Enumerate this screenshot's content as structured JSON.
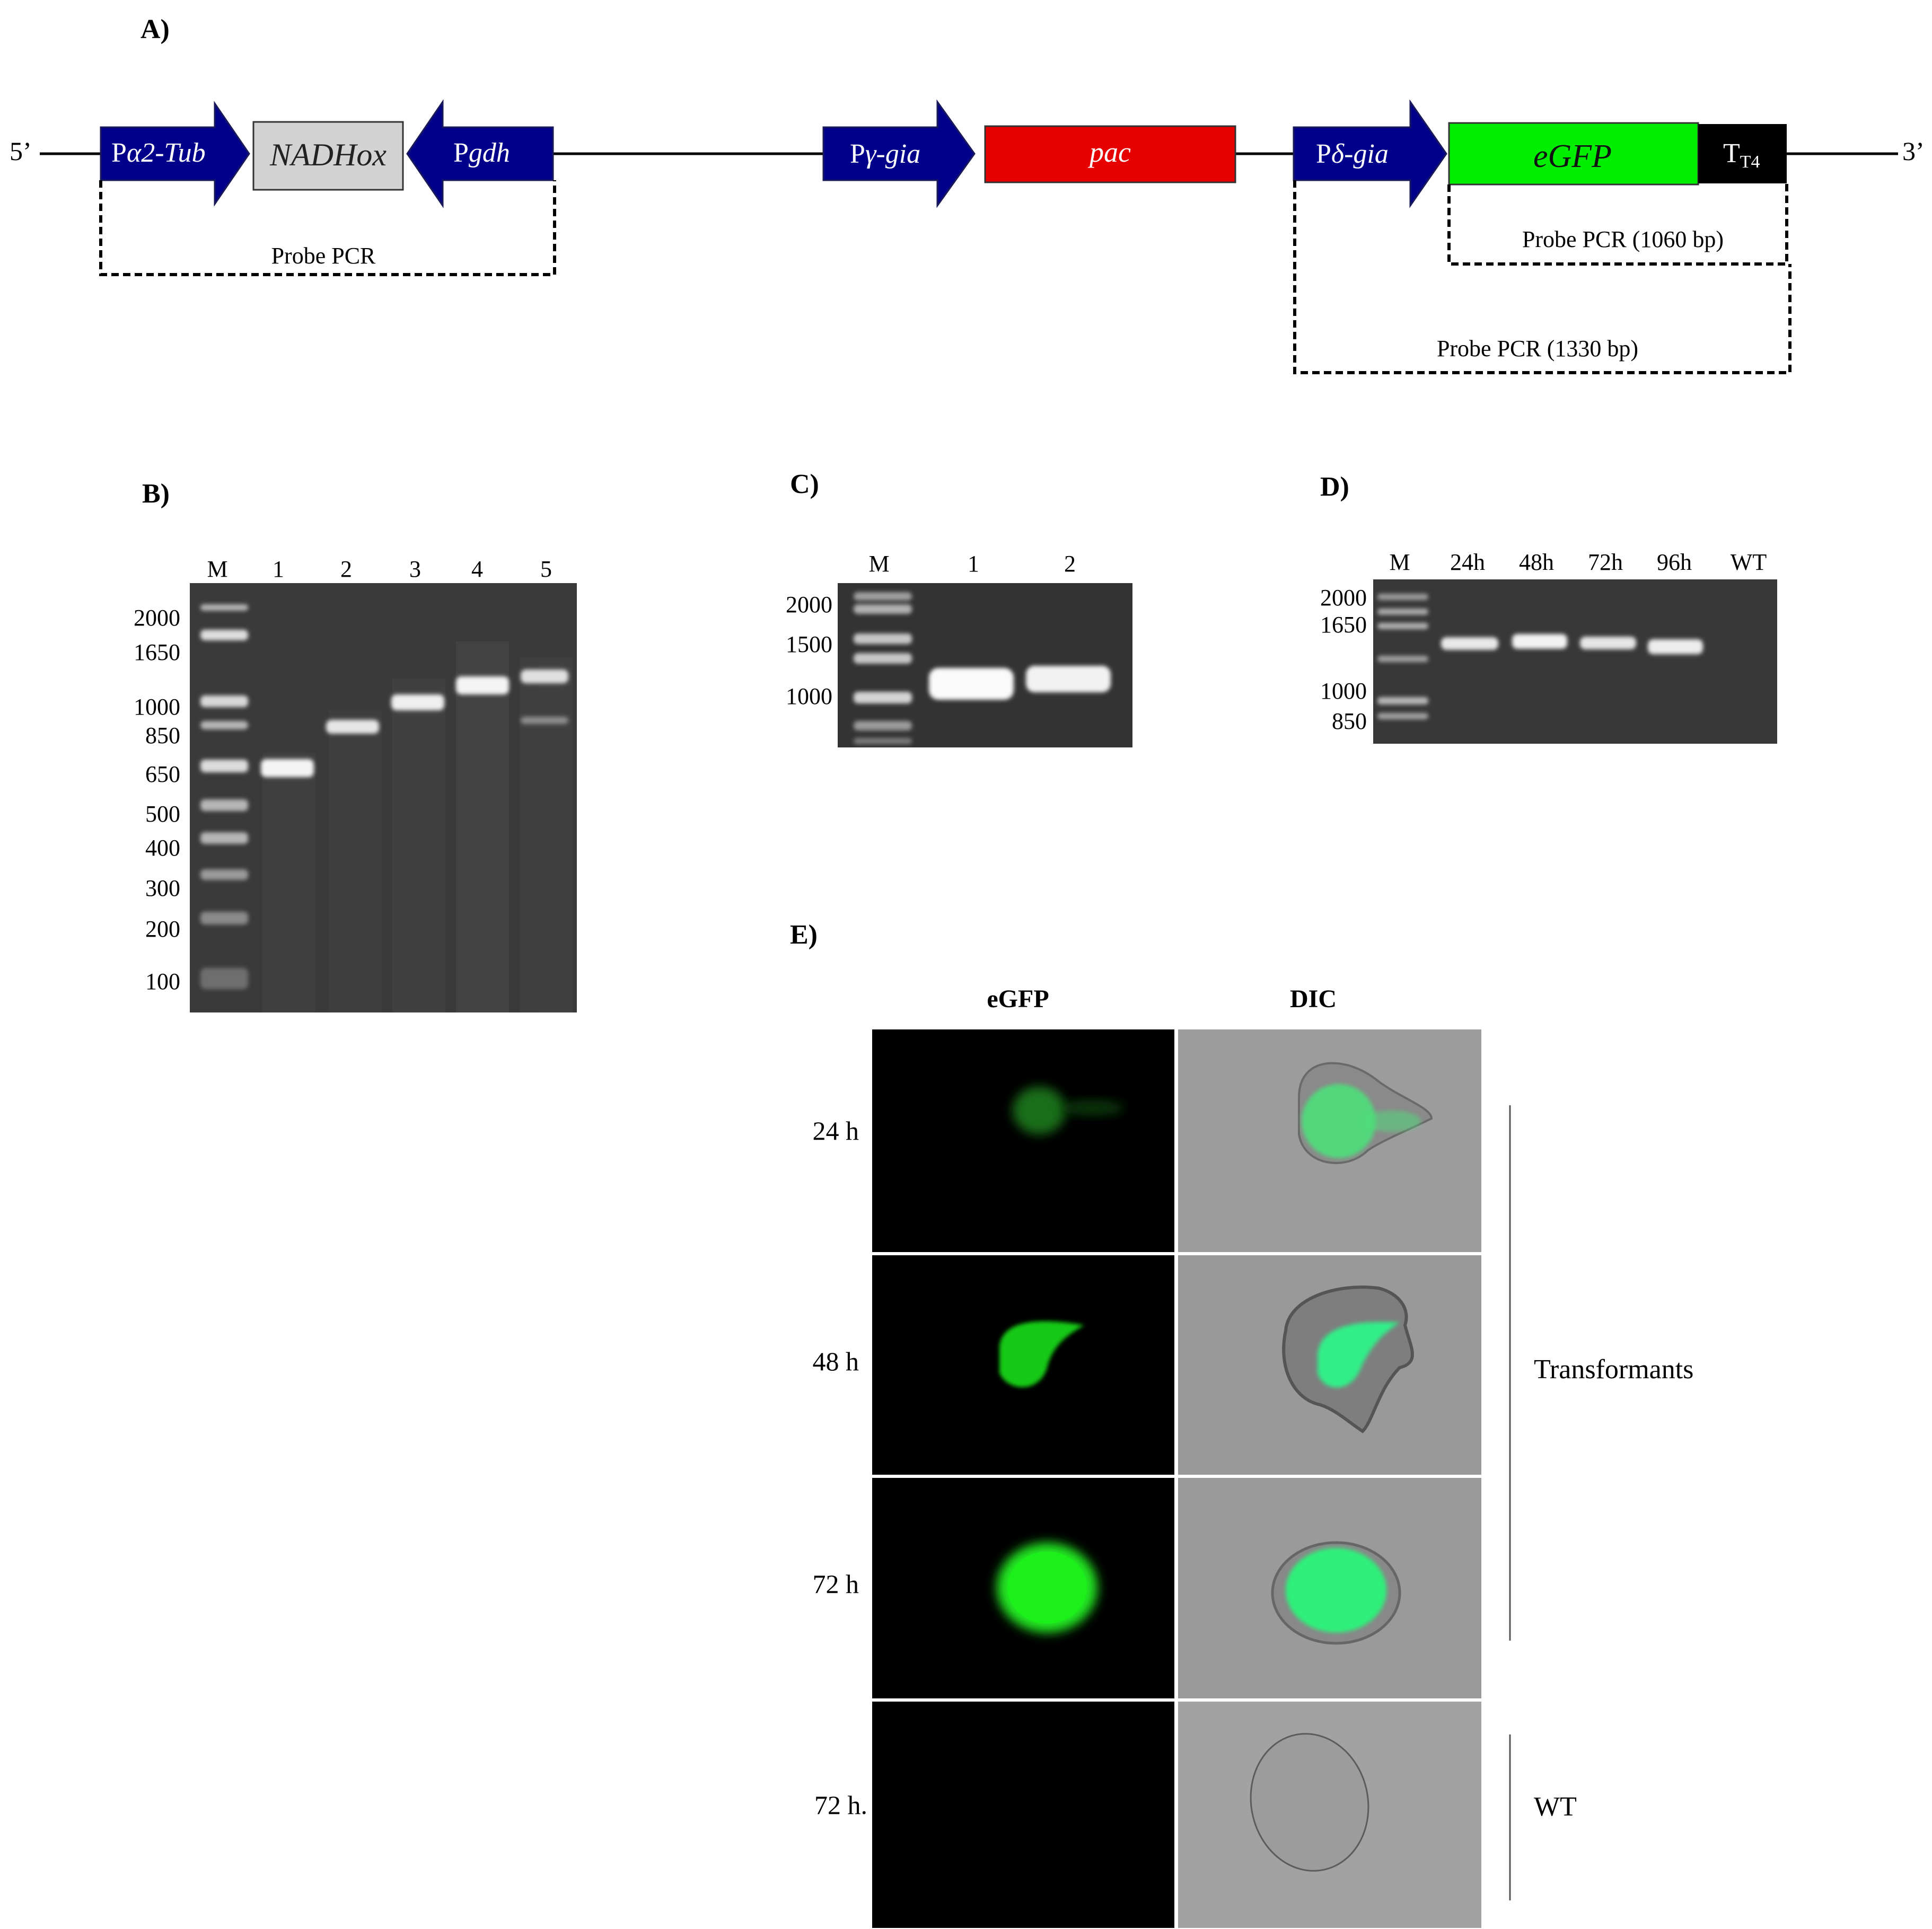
{
  "panels": {
    "A": "A)",
    "B": "B)",
    "C": "C)",
    "D": "D)",
    "E": "E)"
  },
  "construct": {
    "end5": "5’",
    "end3": "3’",
    "elements": {
      "pa2tub": {
        "prefix": "P",
        "name": "α2-Tub"
      },
      "nadhox": "NADHox",
      "pgdh": {
        "prefix": "P",
        "name": "gdh"
      },
      "pygia": {
        "prefix": "P",
        "name": "γ-gia"
      },
      "pac": "pac",
      "pdgia": {
        "prefix": "P",
        "name": "δ-gia"
      },
      "egfp": "eGFP",
      "tt4": {
        "main": "T",
        "sub": "T4"
      }
    },
    "probes": {
      "nadhox": "Probe PCR",
      "egfp_1060": "Probe PCR  (1060 bp)",
      "egfp_1330": "Probe PCR  (1330 bp)"
    },
    "colors": {
      "promoter": "#00008b",
      "nadhox": "#d3d3d3",
      "pac": "#e60000",
      "egfp": "#00ee00",
      "terminator": "#000000"
    }
  },
  "gels": {
    "B": {
      "lane_labels": [
        "M",
        "1",
        "2",
        "3",
        "4",
        "5"
      ],
      "marker_labels": [
        "2000",
        "1650",
        "1000",
        "850",
        "650",
        "500",
        "400",
        "300",
        "200",
        "100"
      ]
    },
    "C": {
      "lane_labels": [
        "M",
        "1",
        "2"
      ],
      "marker_labels": [
        "2000",
        "1500",
        "1000"
      ]
    },
    "D": {
      "lane_labels": [
        "M",
        "24h",
        "48h",
        "72h",
        "96h",
        "WT"
      ],
      "marker_labels": [
        "2000",
        "1650",
        "1000",
        "850"
      ]
    }
  },
  "microscopy": {
    "columns": [
      "eGFP",
      "DIC"
    ],
    "rows": [
      "24 h",
      "48 h",
      "72 h",
      "72 h."
    ],
    "groups": {
      "transformants": "Transformants",
      "wt": "WT"
    }
  }
}
